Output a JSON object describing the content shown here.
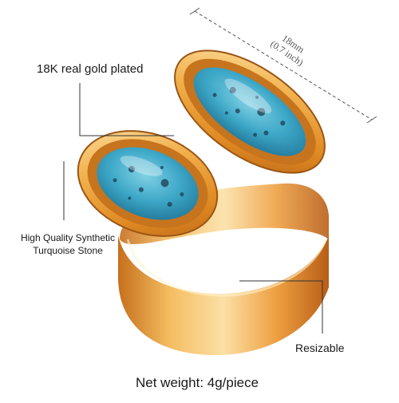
{
  "labels": {
    "gold_plated": "18K real gold plated",
    "stone_line1": "High Quality Synthetic",
    "stone_line2": "Turquoise Stone",
    "resizable": "Resizable",
    "net_weight": "Net weight: 4g/piece",
    "dimension_mm": "18mm",
    "dimension_inch": "(0.7 inch)"
  },
  "colors": {
    "gold": "#e8a13a",
    "gold_light": "#fbd38a",
    "gold_dark": "#b5651d",
    "turquoise": "#3aa7c7",
    "turquoise_dark": "#1f6e8f"
  }
}
